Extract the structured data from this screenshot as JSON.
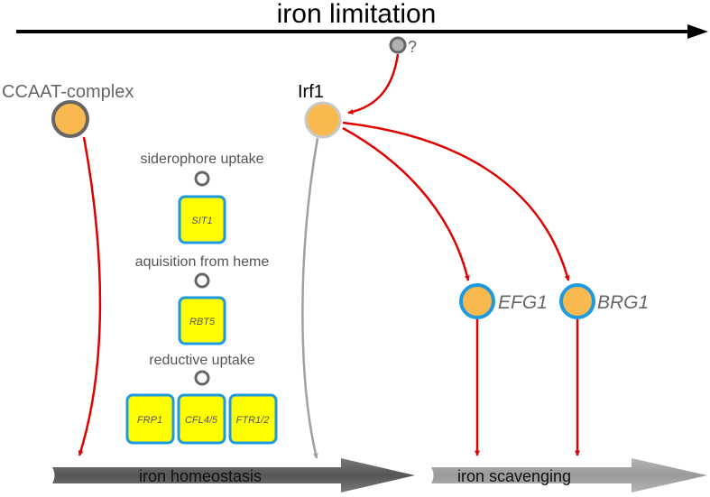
{
  "title": "iron limitation",
  "unknown_regulator": "?",
  "regulators": {
    "ccaat": "CCAAT-complex",
    "irf1": "Irf1",
    "efg1": "EFG1",
    "brg1": "BRG1"
  },
  "processes": {
    "siderophore": "siderophore uptake",
    "heme": "aquisition from heme",
    "reductive": "reductive uptake"
  },
  "genes": {
    "sit1": "SIT1",
    "rbt5": "RBT5",
    "frp1": "FRP1",
    "cfl": "CFL4/5",
    "ftr": "FTR1/2"
  },
  "outcomes": {
    "homeostasis": "iron homeostasis",
    "scavenging": "iron scavenging"
  },
  "colors": {
    "node_fill": "#f9b94f",
    "gene_fill": "#ffff00",
    "blue_border": "#1e9ae0",
    "gray_border": "#666666",
    "light_border": "#c8c8c8",
    "activation_arrow": "#e00000",
    "gray_arrow": "#a0a0a0"
  }
}
